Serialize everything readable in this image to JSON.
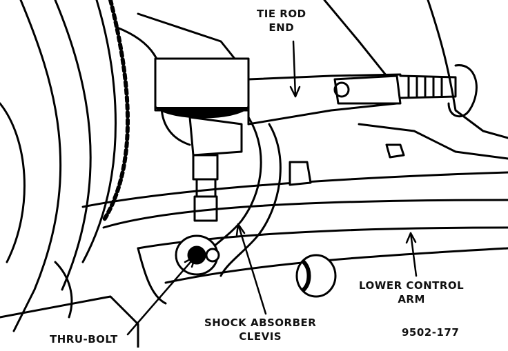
{
  "figure": {
    "labels": {
      "tie_rod_end": [
        "TIE ROD",
        "END"
      ],
      "lower_control_arm": [
        "LOWER CONTROL",
        "ARM"
      ],
      "shock_absorber_clevis": [
        "SHOCK ABSORBER",
        "CLEVIS"
      ],
      "thru_bolt": "THRU-BOLT",
      "figure_number": "9502-177"
    }
  }
}
